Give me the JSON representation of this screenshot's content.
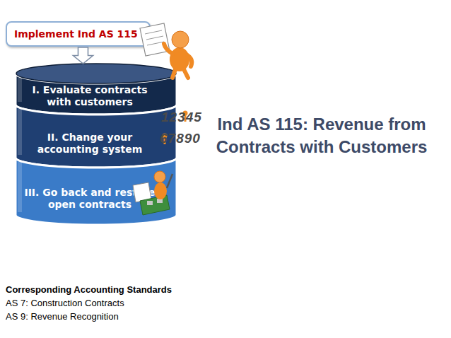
{
  "diagram": {
    "title": "Ind AS 115: Revenue from Contracts with Customers",
    "nodes": [
      {
        "text": [
          "Implement Ind AS 115"
        ]
      },
      {
        "text": [
          "I. Evaluate contracts with customers"
        ]
      },
      {
        "text": [
          "II. Change your accounting system"
        ]
      },
      {
        "text": [
          "III. Go back and restate open contracts"
        ]
      }
    ],
    "edges": [
      {
        "from": 0,
        "to": 1,
        "arrow": "to"
      }
    ],
    "labels": [
      "12345",
      "67890",
      "Corresponding Accounting Standards",
      "AS 7: Construction Contracts",
      "AS 9: Revenue Recognition"
    ]
  }
}
